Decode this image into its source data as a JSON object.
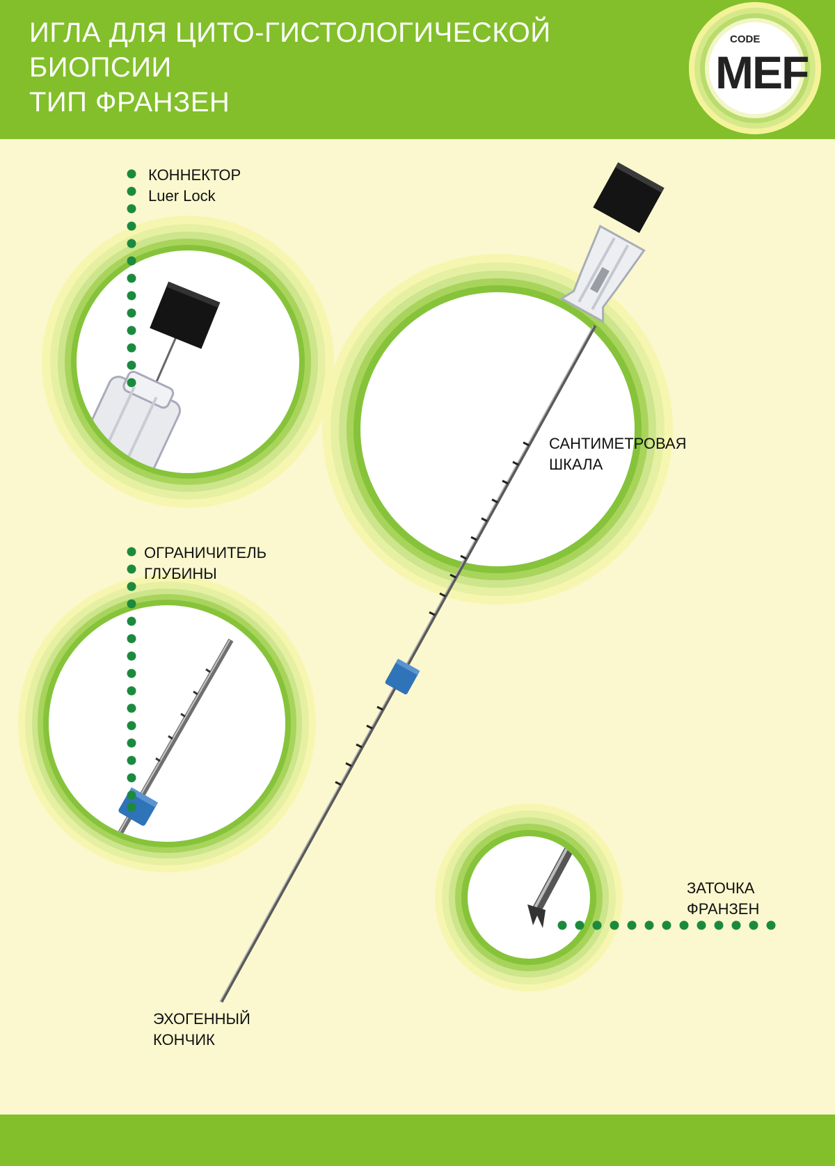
{
  "header": {
    "title_lines": [
      "ИГЛА ДЛЯ ЦИТО-ГИСТОЛОГИЧЕСКОЙ",
      "БИОПСИИ",
      "ТИП ФРАНЗЕН"
    ]
  },
  "logo": {
    "small": "CODE",
    "big": "MEF"
  },
  "labels": {
    "connector": [
      "КОННЕКТОР",
      " Luer Lock"
    ],
    "limiter": [
      "ОГРАНИЧИТЕЛЬ",
      "ГЛУБИНЫ"
    ],
    "scale": [
      "САНТИМЕТРОВАЯ",
      "ШКАЛА"
    ],
    "tip": [
      "ЭХОГЕННЫЙ",
      "КОНЧИК"
    ],
    "franzen": [
      "ЗАТОЧКА",
      "ФРАНЗЕН"
    ]
  },
  "colors": {
    "brand_green": "#82bf2a",
    "background": "#fbf8cf",
    "dot_green": "#1c8a3e",
    "limiter_blue": "#2f73b8"
  }
}
